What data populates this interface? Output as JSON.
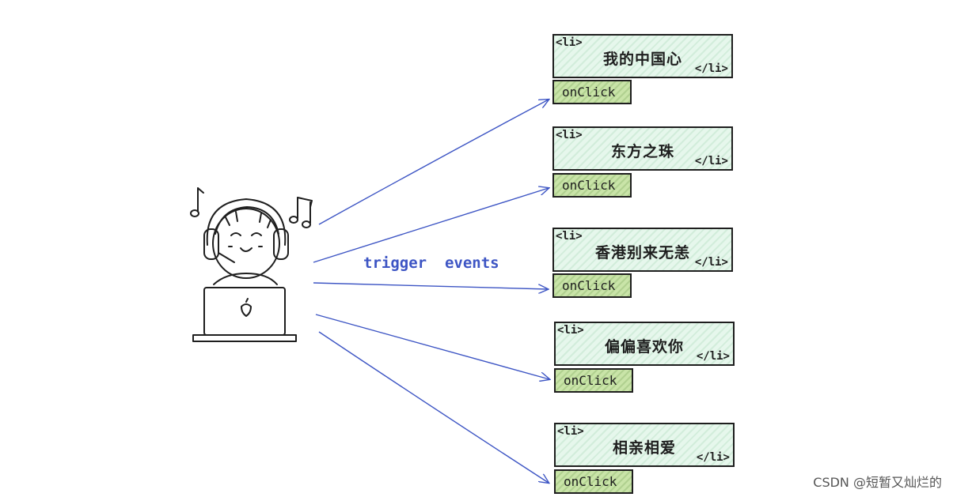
{
  "trigger_label": "trigger  events",
  "list_items": [
    {
      "open_tag": "<li>",
      "text": "我的中国心",
      "close_tag": "</li>",
      "event": "onClick"
    },
    {
      "open_tag": "<li>",
      "text": "东方之珠",
      "close_tag": "</li>",
      "event": "onClick"
    },
    {
      "open_tag": "<li>",
      "text": "香港别来无恙",
      "close_tag": "</li>",
      "event": "onClick"
    },
    {
      "open_tag": "<li>",
      "text": "偏偏喜欢你",
      "close_tag": "</li>",
      "event": "onClick"
    },
    {
      "open_tag": "<li>",
      "text": "相亲相爱",
      "close_tag": "</li>",
      "event": "onClick"
    }
  ],
  "watermark": "CSDN @短暂又灿烂的",
  "colors": {
    "arrow": "#3d55c4",
    "li_fill": "#e6f7ec",
    "onclick_fill": "#c9e4a8",
    "stroke": "#1e1e1e"
  },
  "icons": {
    "user": "person-with-headphones-and-laptop-icon",
    "notes": "music-note-icon"
  }
}
